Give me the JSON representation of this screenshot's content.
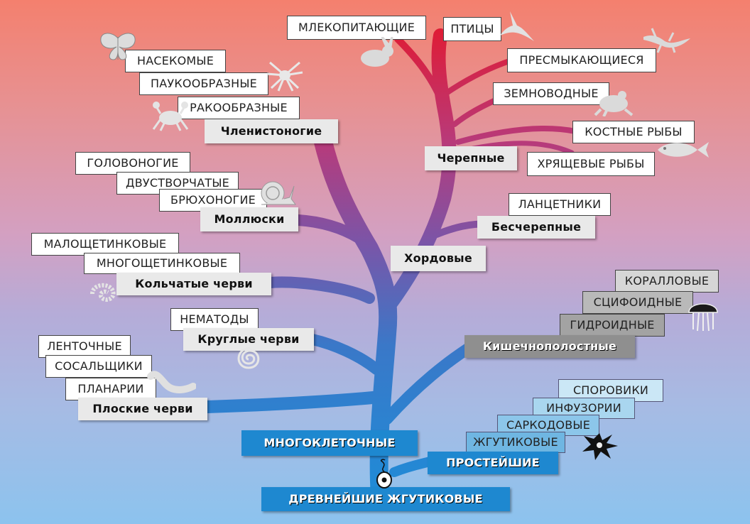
{
  "colors": {
    "trunk_bottom": "#1e8ad2",
    "trunk_top": "#e0203a",
    "chordate_branch": "#7f52a8"
  },
  "vertebrates": {
    "group": "Черепные",
    "classes": [
      "МЛЕКОПИТАЮЩИЕ",
      "ПТИЦЫ",
      "ПРЕСМЫКАЮЩИЕСЯ",
      "ЗЕМНОВОДНЫЕ",
      "КОСТНЫЕ РЫБЫ",
      "ХРЯЩЕВЫЕ РЫБЫ"
    ]
  },
  "acrania": {
    "group": "Бесчерепные",
    "classes": [
      "ЛАНЦЕТНИКИ"
    ]
  },
  "chordates": {
    "group": "Хордовые"
  },
  "arthropods": {
    "group": "Членистоногие",
    "classes": [
      "НАСЕКОМЫЕ",
      "ПАУКООБРАЗНЫЕ",
      "РАКООБРАЗНЫЕ"
    ]
  },
  "mollusks": {
    "group": "Моллюски",
    "classes": [
      "ГОЛОВОНОГИЕ",
      "ДВУСТВОРЧАТЫЕ",
      "БРЮХОНОГИЕ"
    ]
  },
  "annelids": {
    "group": "Кольчатые черви",
    "classes": [
      "МАЛОЩЕТИНКОВЫЕ",
      "МНОГОЩЕТИНКОВЫЕ"
    ]
  },
  "roundworms": {
    "group": "Круглые черви",
    "classes": [
      "НЕМАТОДЫ"
    ]
  },
  "flatworms": {
    "group": "Плоские черви",
    "classes": [
      "ЛЕНТОЧНЫЕ",
      "СОСАЛЬЩИКИ",
      "ПЛАНАРИИ"
    ]
  },
  "cnidarians": {
    "group": "Кишечнополостные",
    "classes": [
      "КОРАЛЛОВЫЕ",
      "СЦИФОИДНЫЕ",
      "ГИДРОИДНЫЕ"
    ]
  },
  "protists": {
    "group": "ПРОСТЕЙШИЕ",
    "classes": [
      "СПОРОВИКИ",
      "ИНФУЗОРИИ",
      "САРКОДОВЫЕ",
      "ЖГУТИКОВЫЕ"
    ]
  },
  "multicellular": {
    "label": "МНОГОКЛЕТОЧНЫЕ"
  },
  "root": {
    "label": "ДРЕВНЕЙШИЕ ЖГУТИКОВЫЕ"
  }
}
